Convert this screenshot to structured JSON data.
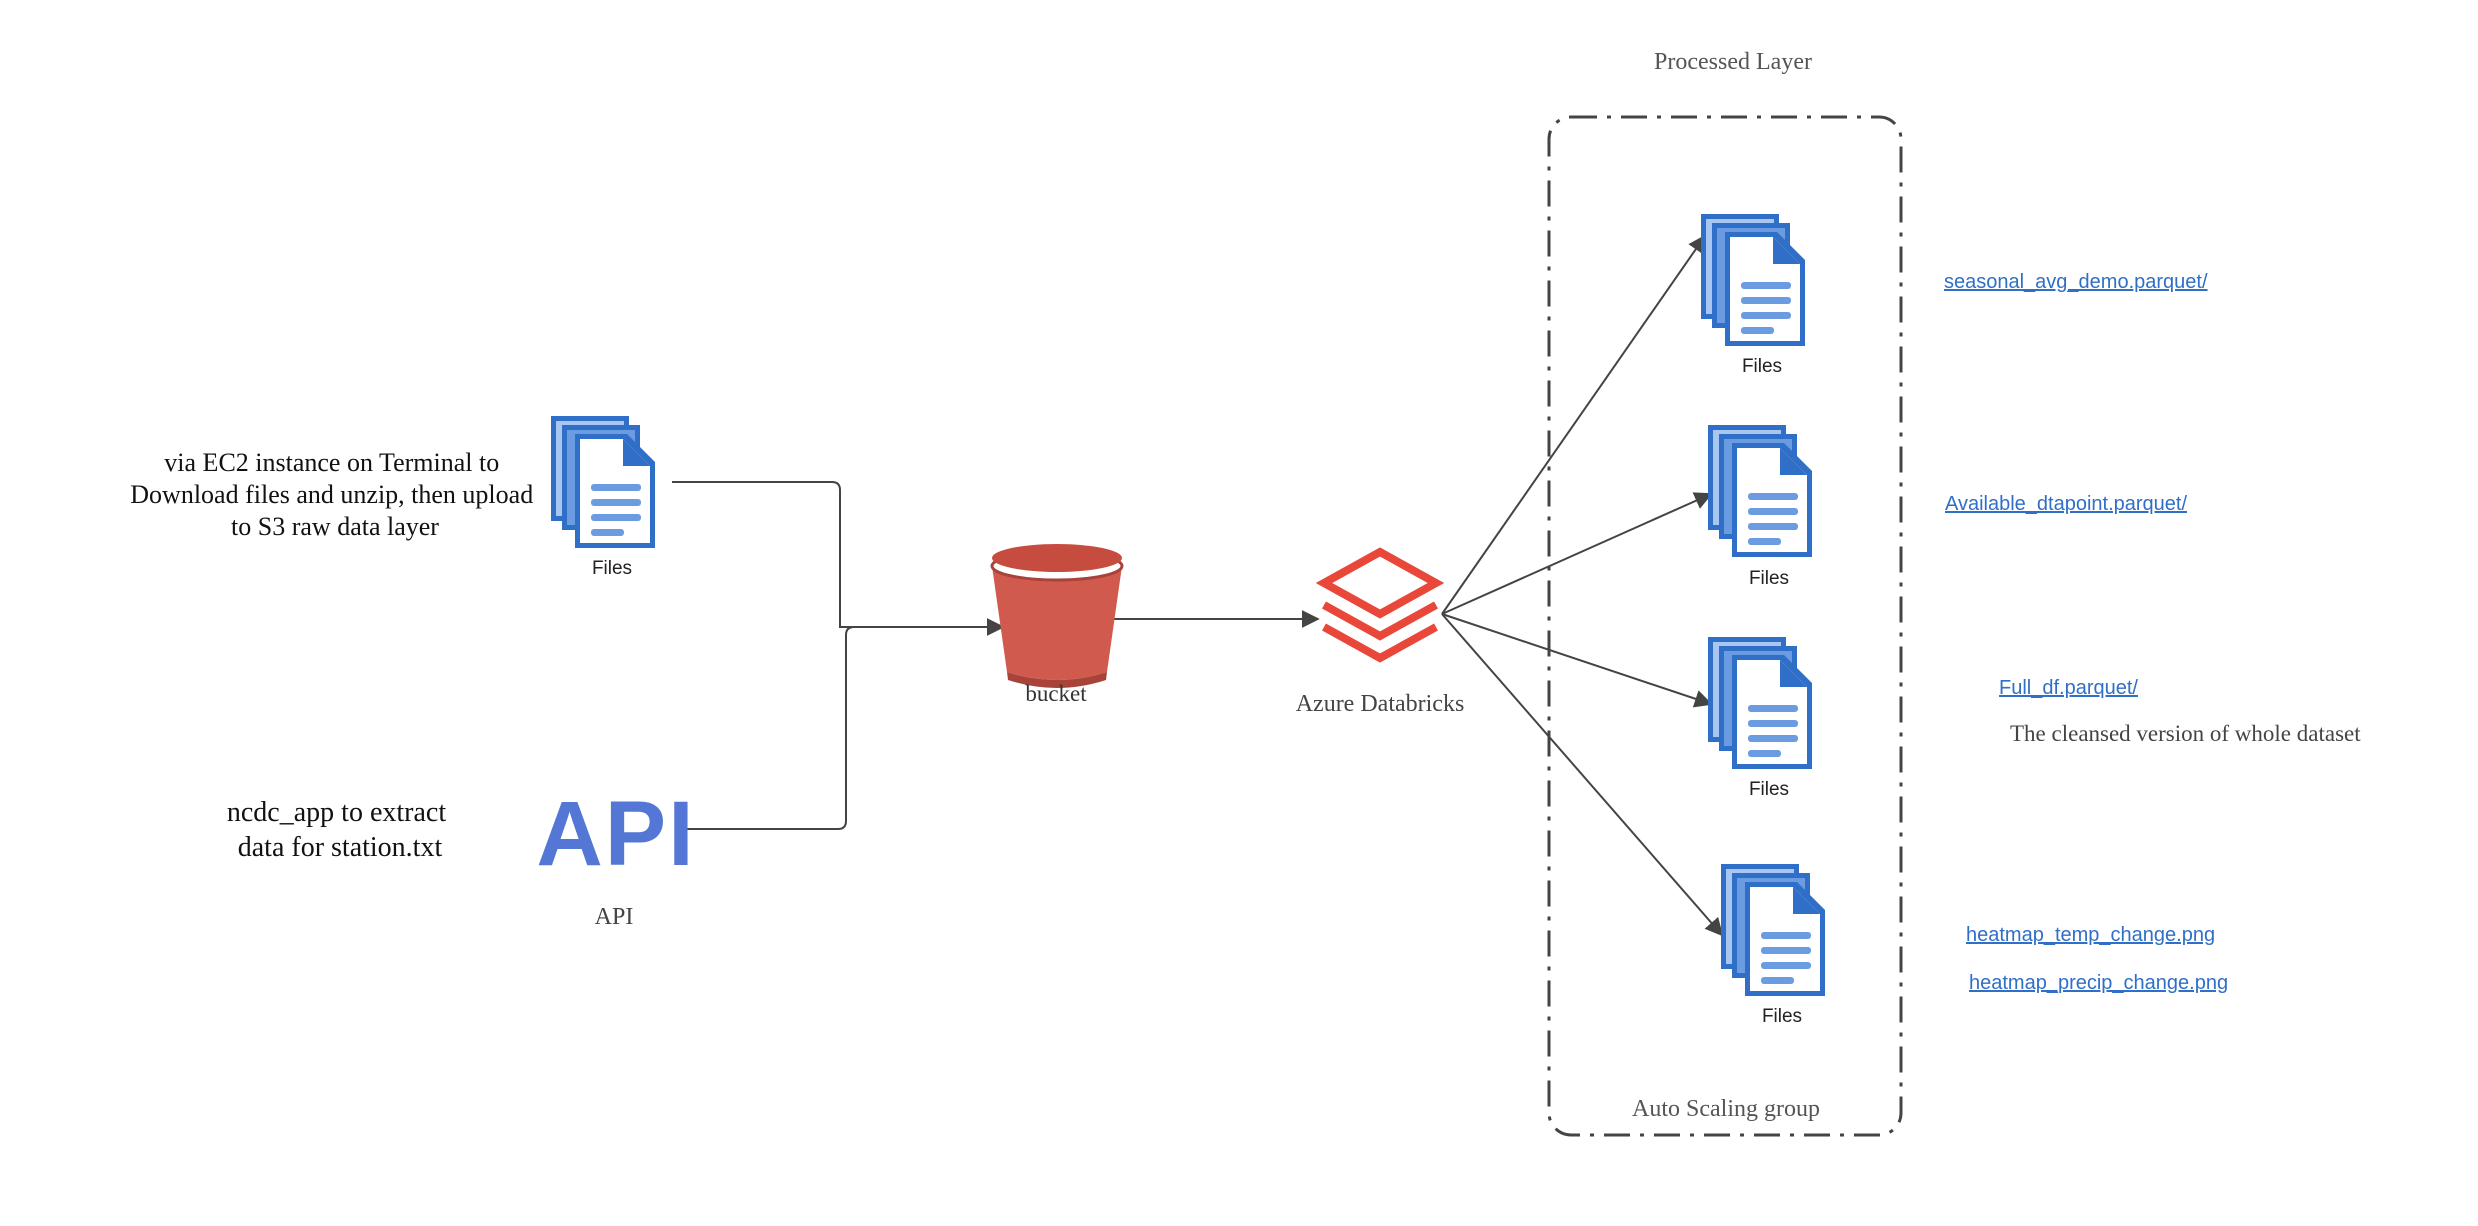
{
  "diagram": {
    "processed_layer_title": "Processed Layer",
    "auto_scaling_label": "Auto Scaling group",
    "source_files": {
      "description_lines": [
        "via EC2 instance on Terminal to",
        "Download files and unzip, then upload",
        "to S3 raw data layer"
      ],
      "icon_label": "Files"
    },
    "api_source": {
      "description_lines": [
        "ncdc_app to extract",
        "data for station.txt"
      ],
      "icon_text": "API",
      "icon_label": "API"
    },
    "bucket": {
      "label": "bucket"
    },
    "databricks": {
      "label": "Azure Databricks"
    },
    "outputs": [
      {
        "icon_label": "Files",
        "links": [
          "seasonal_avg_demo.parquet/"
        ]
      },
      {
        "icon_label": "Files",
        "links": [
          "Available_dtapoint.parquet/"
        ]
      },
      {
        "icon_label": "Files",
        "links": [
          "Full_df.parquet/"
        ],
        "note": "The cleansed version of whole dataset"
      },
      {
        "icon_label": "Files",
        "links": [
          "heatmap_temp_change.png",
          "heatmap_precip_change.png"
        ]
      }
    ],
    "colors": {
      "files_dark": "#2f6fc8",
      "files_mid": "#6b9be0",
      "files_light": "#a8c6f0",
      "api_blue": "#5477d6",
      "bucket_red": "#d05a4d",
      "bucket_dark": "#a8433a",
      "databricks_red": "#e8473a",
      "link_blue": "#2f6fc8",
      "line_gray": "#444444"
    }
  }
}
